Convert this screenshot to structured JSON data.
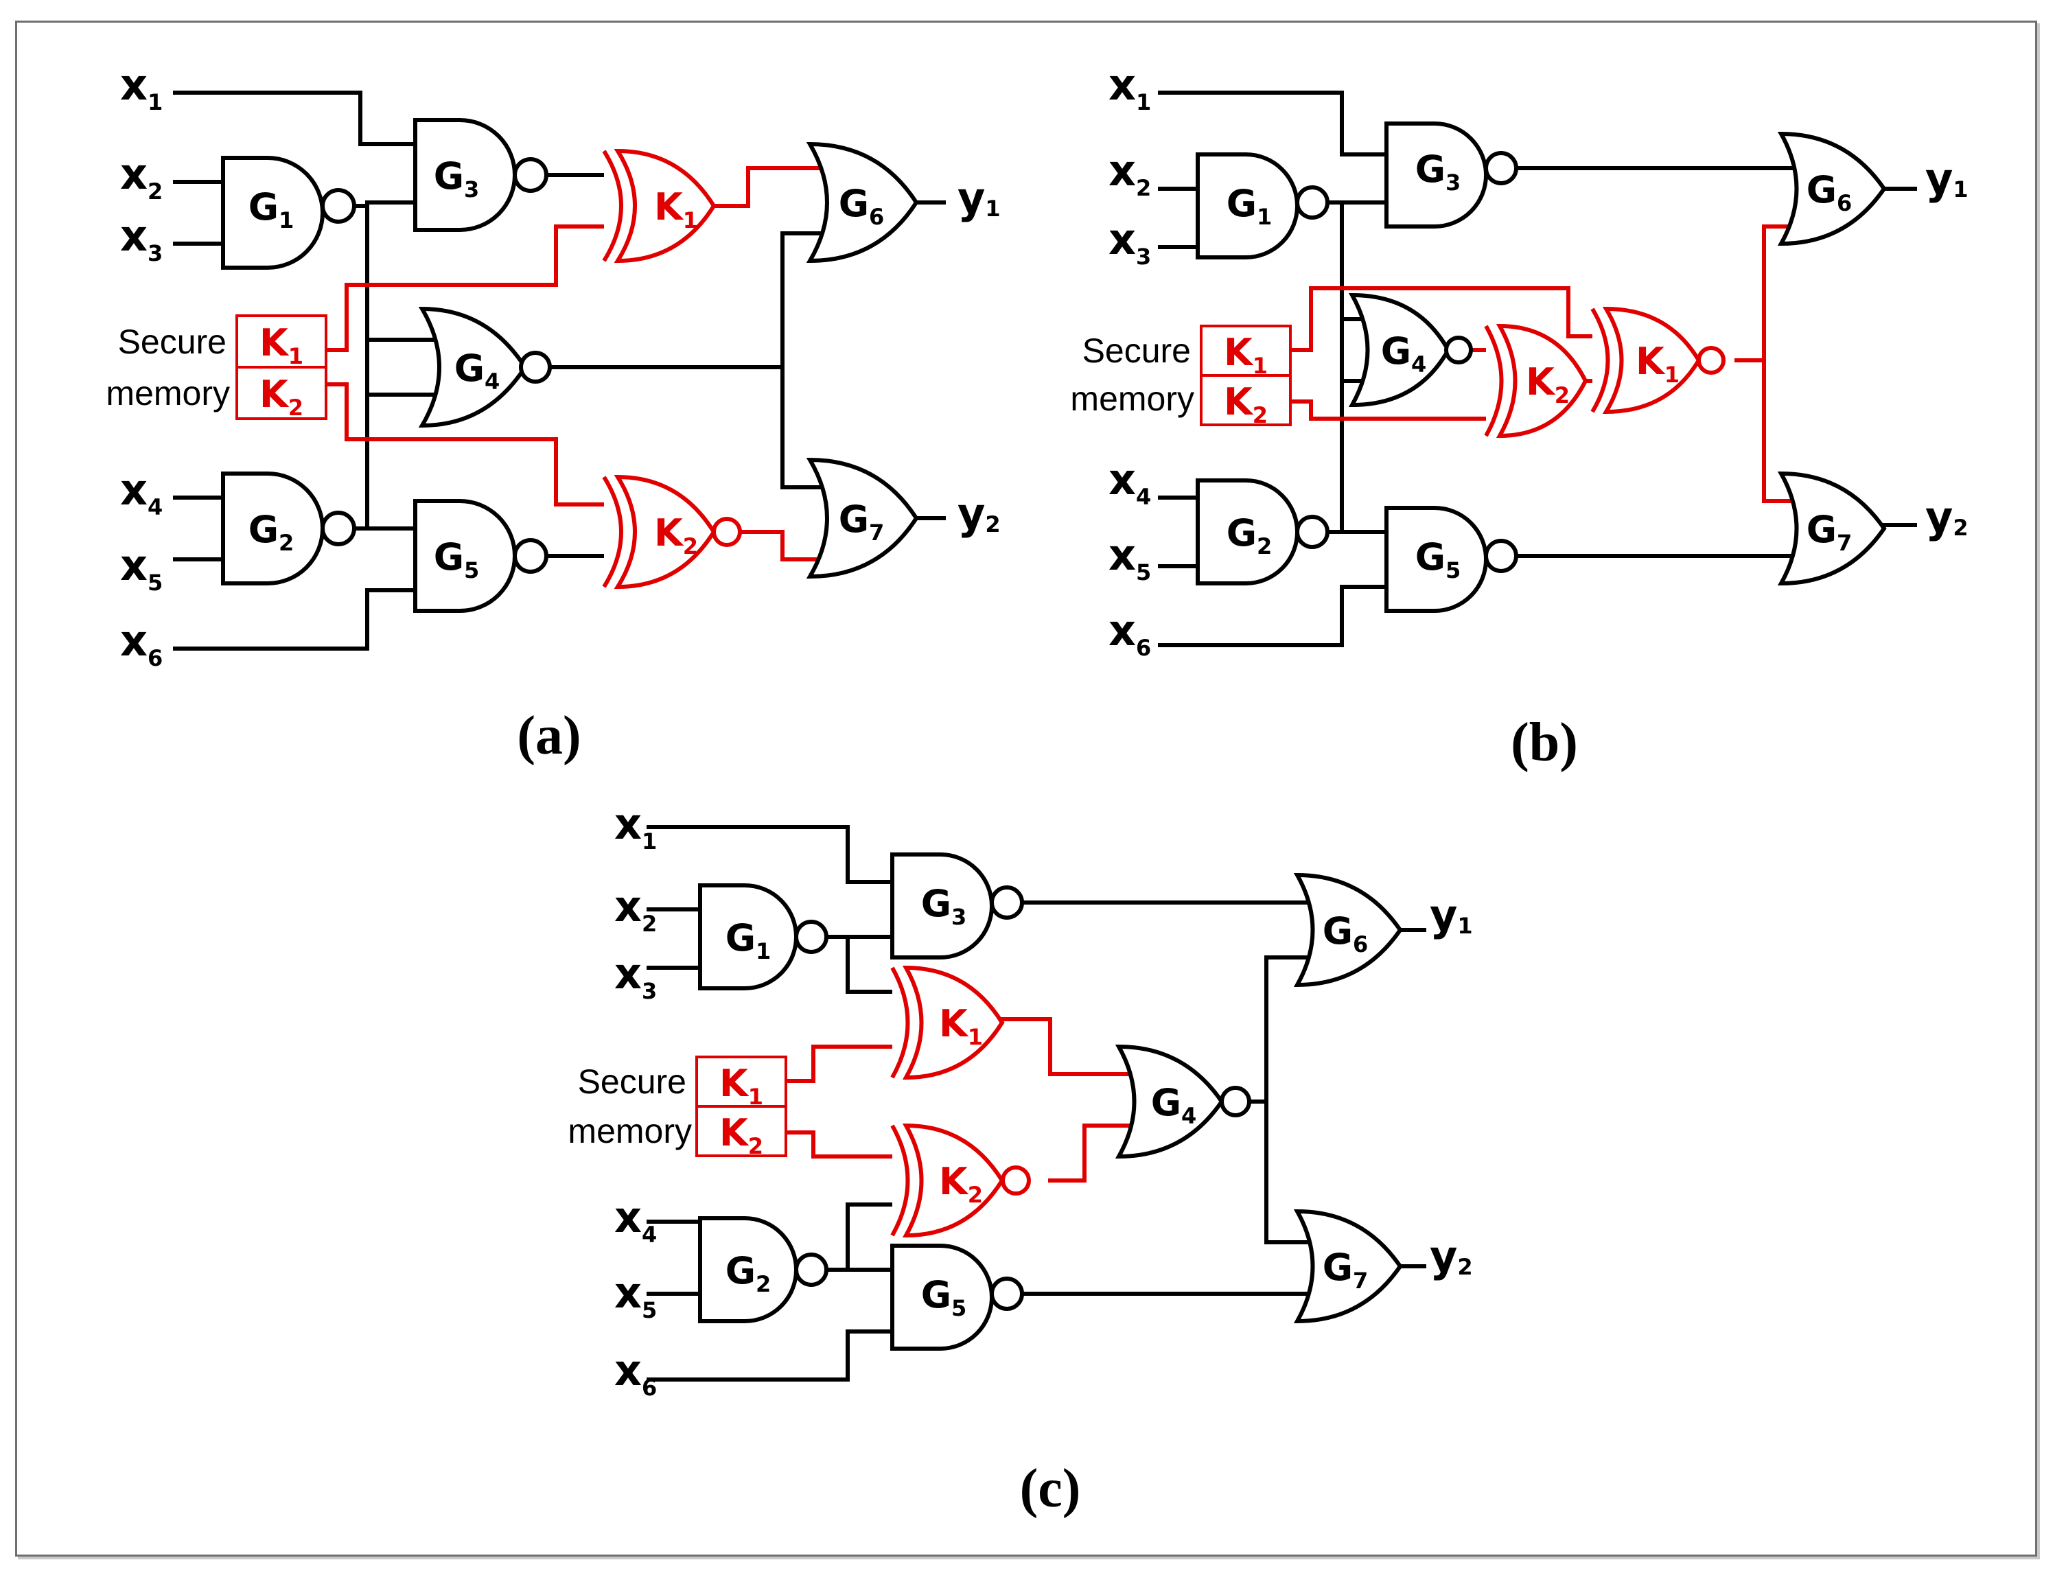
{
  "panels": [
    {
      "id": "a",
      "caption": "(a)",
      "inputs": [
        {
          "letter": "x",
          "sub": "1"
        },
        {
          "letter": "x",
          "sub": "2"
        },
        {
          "letter": "x",
          "sub": "3"
        },
        {
          "letter": "x",
          "sub": "4"
        },
        {
          "letter": "x",
          "sub": "5"
        },
        {
          "letter": "x",
          "sub": "6"
        }
      ],
      "outputs": [
        {
          "letter": "y",
          "sub": "1"
        },
        {
          "letter": "y",
          "sub": "2"
        }
      ],
      "gates": [
        {
          "letter": "G",
          "sub": "1"
        },
        {
          "letter": "G",
          "sub": "2"
        },
        {
          "letter": "G",
          "sub": "3"
        },
        {
          "letter": "G",
          "sub": "4"
        },
        {
          "letter": "G",
          "sub": "5"
        },
        {
          "letter": "G",
          "sub": "6"
        },
        {
          "letter": "G",
          "sub": "7"
        }
      ],
      "key_gates": [
        {
          "letter": "K",
          "sub": "1"
        },
        {
          "letter": "K",
          "sub": "2"
        }
      ],
      "memory": {
        "label_top": "Secure",
        "label_bottom": "memory",
        "keys": [
          {
            "letter": "K",
            "sub": "1"
          },
          {
            "letter": "K",
            "sub": "2"
          }
        ]
      }
    },
    {
      "id": "b",
      "caption": "(b)",
      "inputs": [
        {
          "letter": "x",
          "sub": "1"
        },
        {
          "letter": "x",
          "sub": "2"
        },
        {
          "letter": "x",
          "sub": "3"
        },
        {
          "letter": "x",
          "sub": "4"
        },
        {
          "letter": "x",
          "sub": "5"
        },
        {
          "letter": "x",
          "sub": "6"
        }
      ],
      "outputs": [
        {
          "letter": "y",
          "sub": "1"
        },
        {
          "letter": "y",
          "sub": "2"
        }
      ],
      "gates": [
        {
          "letter": "G",
          "sub": "1"
        },
        {
          "letter": "G",
          "sub": "2"
        },
        {
          "letter": "G",
          "sub": "3"
        },
        {
          "letter": "G",
          "sub": "4"
        },
        {
          "letter": "G",
          "sub": "5"
        },
        {
          "letter": "G",
          "sub": "6"
        },
        {
          "letter": "G",
          "sub": "7"
        }
      ],
      "key_gates": [
        {
          "letter": "K",
          "sub": "2"
        },
        {
          "letter": "K",
          "sub": "1"
        }
      ],
      "memory": {
        "label_top": "Secure",
        "label_bottom": "memory",
        "keys": [
          {
            "letter": "K",
            "sub": "1"
          },
          {
            "letter": "K",
            "sub": "2"
          }
        ]
      }
    },
    {
      "id": "c",
      "caption": "(c)",
      "inputs": [
        {
          "letter": "x",
          "sub": "1"
        },
        {
          "letter": "x",
          "sub": "2"
        },
        {
          "letter": "x",
          "sub": "3"
        },
        {
          "letter": "x",
          "sub": "4"
        },
        {
          "letter": "x",
          "sub": "5"
        },
        {
          "letter": "x",
          "sub": "6"
        }
      ],
      "outputs": [
        {
          "letter": "y",
          "sub": "1"
        },
        {
          "letter": "y",
          "sub": "2"
        }
      ],
      "gates": [
        {
          "letter": "G",
          "sub": "1"
        },
        {
          "letter": "G",
          "sub": "2"
        },
        {
          "letter": "G",
          "sub": "3"
        },
        {
          "letter": "G",
          "sub": "4"
        },
        {
          "letter": "G",
          "sub": "5"
        },
        {
          "letter": "G",
          "sub": "6"
        },
        {
          "letter": "G",
          "sub": "7"
        }
      ],
      "key_gates": [
        {
          "letter": "K",
          "sub": "1"
        },
        {
          "letter": "K",
          "sub": "2"
        }
      ],
      "memory": {
        "label_top": "Secure",
        "label_bottom": "memory",
        "keys": [
          {
            "letter": "K",
            "sub": "1"
          },
          {
            "letter": "K",
            "sub": "2"
          }
        ]
      }
    }
  ],
  "colors": {
    "wire": "#000000",
    "key_logic": "#e00000",
    "frame": "#6f6f6f"
  }
}
